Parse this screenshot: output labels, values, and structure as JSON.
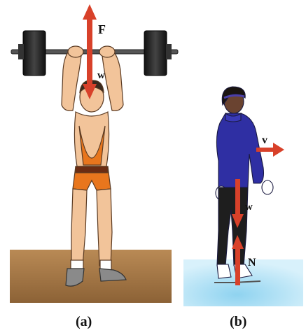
{
  "panel_a": {
    "caption": "(a)",
    "force_label": "F",
    "weight_label": "w"
  },
  "panel_b": {
    "caption": "(b)",
    "velocity_label": "v",
    "weight_label": "w",
    "normal_label": "N"
  },
  "colors": {
    "arrow": "#d8412a",
    "floor": "#a97a45",
    "ice": "#b7e3f5",
    "skin": "#f2c49a",
    "singlet": "#e8761d",
    "sweater": "#2f2fa3",
    "pants": "#1e1e1e"
  }
}
